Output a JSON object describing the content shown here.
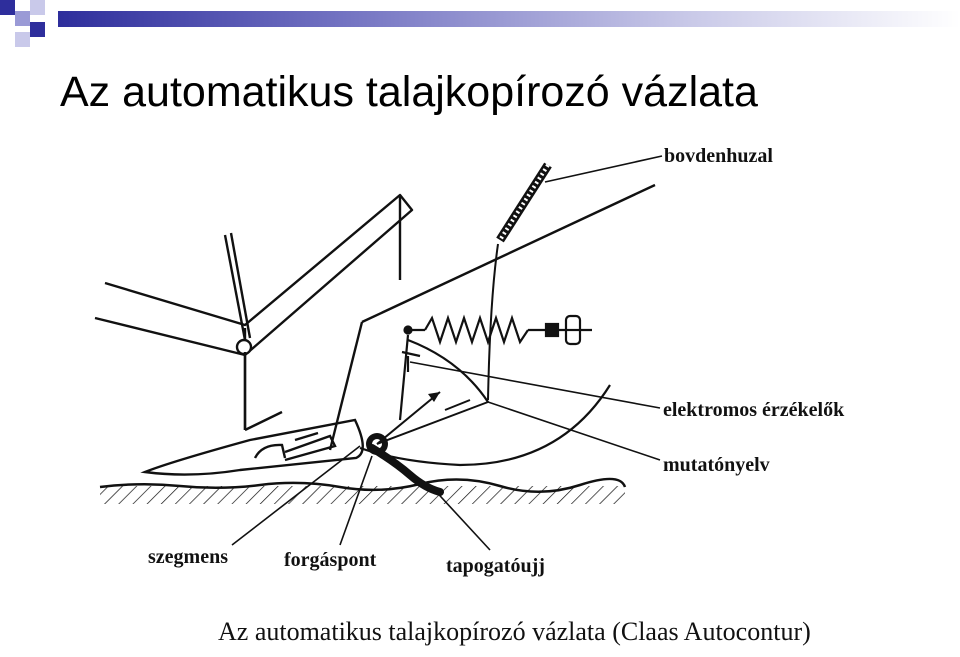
{
  "slide": {
    "title": "Az automatikus talajkopírozó vázlata",
    "accent_color": "#2e2e9c",
    "secondary_color": "#8f8fd0"
  },
  "diagram": {
    "labels": {
      "bowden": "bovdenhuzal",
      "sensors": "elektromos érzékelők",
      "pointer": "mutatónyelv",
      "segment": "szegmens",
      "pivot": "forgáspont",
      "feeler": "tapogatóujj"
    },
    "caption": "Az automatikus talajkopírozó vázlata (Claas Autocontur)"
  }
}
